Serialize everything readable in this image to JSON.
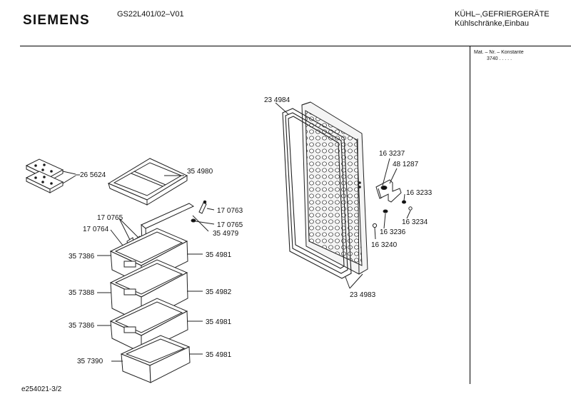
{
  "header": {
    "brand": "SIEMENS",
    "model": "GS22L401/02–V01",
    "category_line1": "KÜHL–,GEFRIERGERÄTE",
    "category_line2": "Kühlschränke,Einbau"
  },
  "side_panel": {
    "mat_header": "Mat. – Nr. – Konstante",
    "mat_row": "3740  .   .   .   .   ."
  },
  "footer": {
    "drawing_id": "e254021-3/2"
  },
  "part_numbers": {
    "door": "23 4984",
    "door_seal": "23 4983",
    "hinge_pin": "16 3237",
    "hinge_bracket": "48 1287",
    "hinge_screw": "16 3233",
    "hinge_washer": "16 3234",
    "hinge_bush": "16 3236",
    "hinge_cap": "16 3240",
    "ice_pack": "26 5624",
    "ice_tray": "35 4980",
    "clip_right": "17 0763",
    "clip_pair_left": "17 0765",
    "clip_right_lower": "17 0765",
    "clip_single_left": "17 0764",
    "flap": "35 4979",
    "drawer1_front": "35 7386",
    "drawer1_body": "35 4981",
    "drawer2_front": "35 7388",
    "drawer2_body": "35 4982",
    "drawer3_front": "35 7386",
    "drawer3_body": "35 4981",
    "drawer4_front": "35 7390",
    "drawer4_body": "35 4981"
  }
}
